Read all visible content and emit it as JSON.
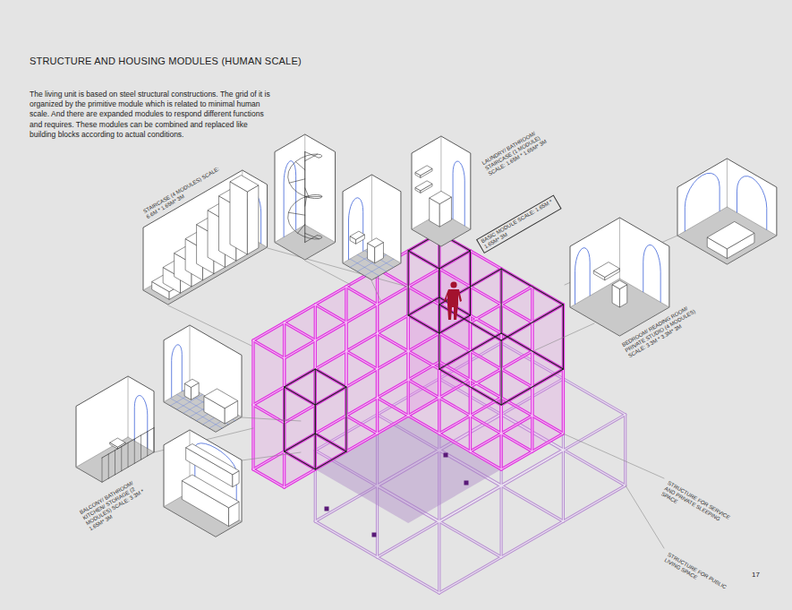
{
  "diagram": {
    "title": "STRUCTURE AND HOUSING MODULES (HUMAN SCALE)",
    "nodes": [
      {
        "text": [
          "BASIC MODULE SCALE: 1.65M * 1.65M* 3M"
        ]
      }
    ],
    "labels": [
      "The living unit is based on steel structural constructions. The grid of it is organized by the primitive module which is related to minimal human scale. And there are expanded modules to respond different functions and requires. These modules can be combined and replaced like building blocks according to actual conditions.",
      "STAIRCASE (4 MODULES) SCALE: 6.6M * 1.65M* 3M",
      "LAUNDRY/ BATHROOM/ STAIRCASE (1 MODULE) SCALE: 1.65M * 1.65M* 3M",
      "BEDROOM/ READING ROOM/ PRIVATE STUDIO (4 MODULES) SCALE: 3.3M * 3.3M* 3M",
      "BALCONY/ BATHROOM/ KITCHEN/ STORAGE (2 MODULES) SCALE: 3.3M * 1.65M* 3M",
      "STRUCTURE FOR SERVICE AND PRIVATE SLEEPING SPACE",
      "STRUCTURE FOR PUBLIC LIVING SPACE",
      "17"
    ]
  }
}
